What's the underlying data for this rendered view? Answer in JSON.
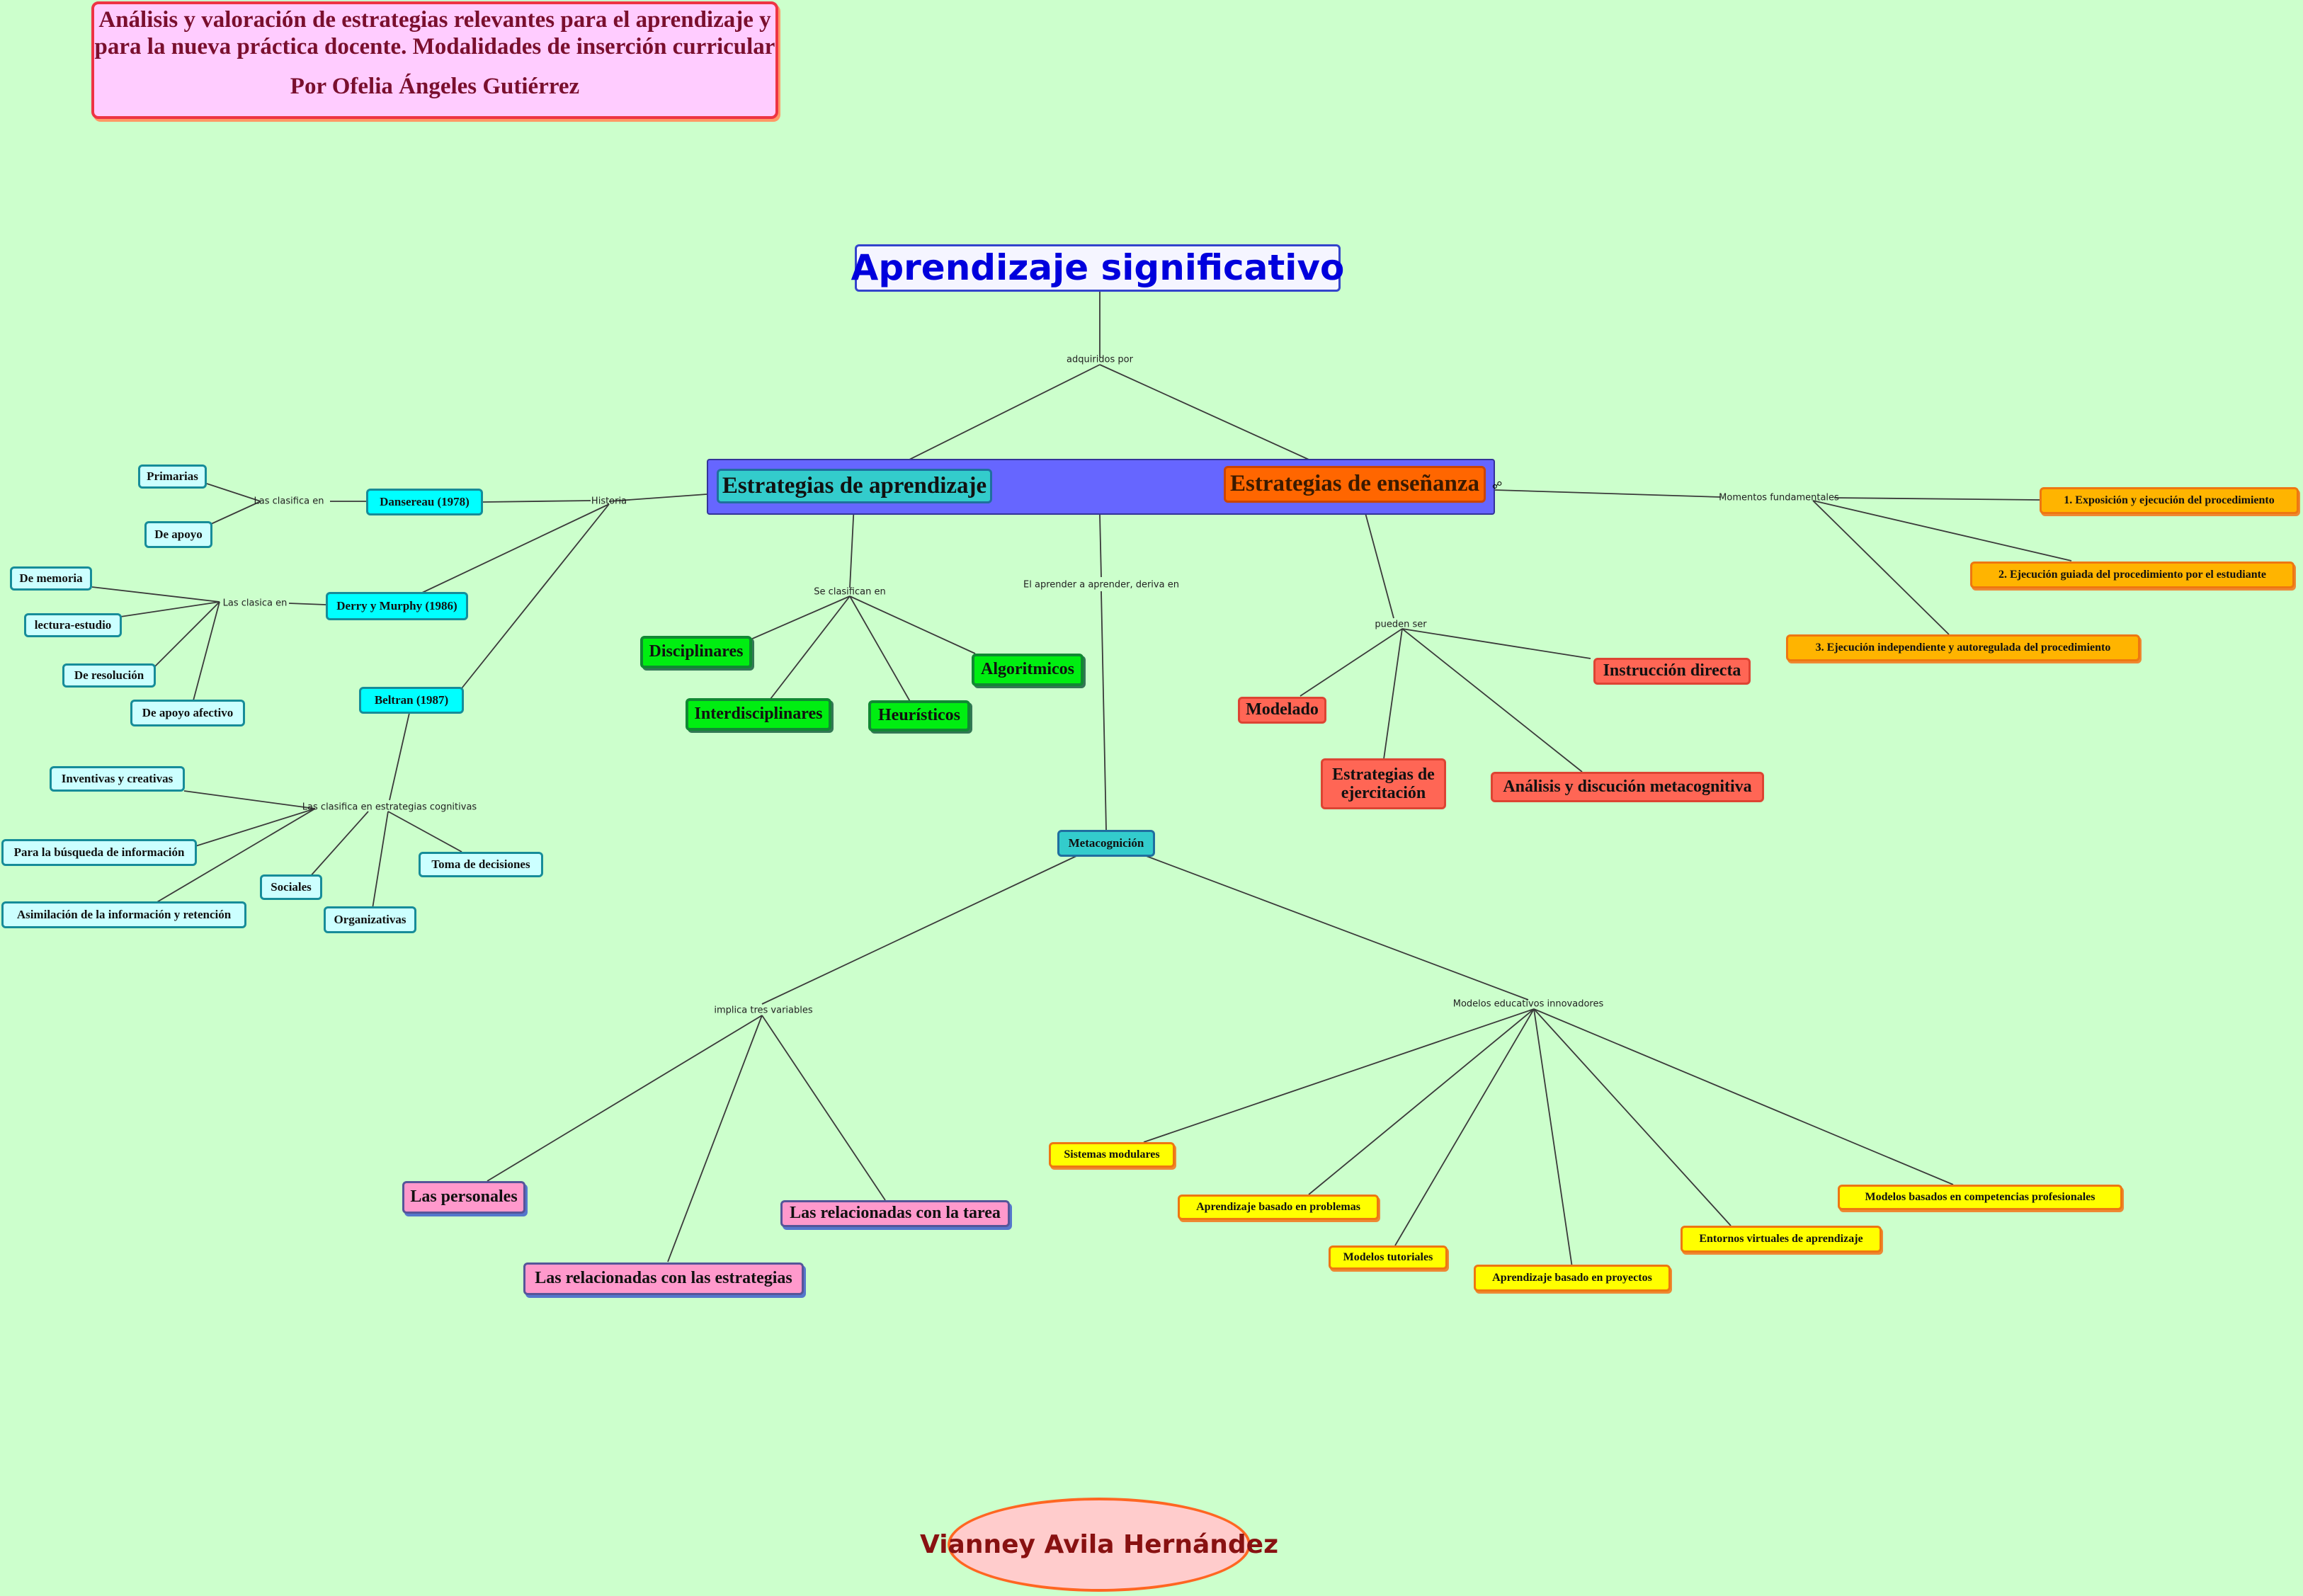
{
  "title": {
    "line1": "Análisis y valoración de estrategias relevantes para el aprendizaje y",
    "line2": "para la nueva práctica docente. Modalidades de inserción curricular",
    "line3": "Por Ofelia Ángeles Gutiérrez"
  },
  "main_concept": "Aprendizaje significativo",
  "links": {
    "adquiridos_por": "adquiridos por",
    "historia": "Historia",
    "las_clasifica_en": "Las clasifica en",
    "las_clasica_en": "Las clasica en",
    "las_clasifica_cognitivas": "Las clasifica en estrategias cognitivas",
    "se_clasifican_en": "Se clasifican en",
    "el_aprender": "El aprender a aprender, deriva en",
    "pueden_ser": "pueden ser",
    "momentos": "Momentos fundamentales",
    "implica": "implica tres variables",
    "modelos": "Modelos educativos innovadores"
  },
  "estrategias_aprendizaje": "Estrategias de aprendizaje",
  "estrategias_ensenanza": "Estrategias de enseñanza",
  "link_icon": "link-icon",
  "historia": {
    "dansereau": "Dansereau (1978)",
    "dansereau_items": [
      "Primarias",
      "De apoyo"
    ],
    "derry": "Derry y Murphy (1986)",
    "derry_items": [
      "De memoria",
      "lectura-estudio",
      "De resolución",
      "De apoyo afectivo"
    ],
    "beltran": "Beltran (1987)",
    "beltran_items": [
      "Inventivas y creativas",
      "Para la búsqueda de información",
      "Asimilación de la información y retención",
      "Sociales",
      "Organizativas",
      "Toma de decisiones"
    ]
  },
  "clasificacion": [
    "Disciplinares",
    "Interdisciplinares",
    "Heurísticos",
    "Algoritmicos"
  ],
  "ensenanza_tipos": {
    "modelado": "Modelado",
    "ejercitacion": "Estrategias de ejercitación",
    "instruccion": "Instrucción directa",
    "analisis": "Análisis y discución metacognitiva"
  },
  "momentos": [
    "1. Exposición y ejecución del procedimiento",
    "2. Ejecución guiada del procedimiento por el estudiante",
    "3. Ejecución independiente y autoregulada del procedimiento"
  ],
  "metacognicion": "Metacognición",
  "variables": [
    "Las personales",
    "Las relacionadas con las estrategias",
    "Las relacionadas con la tarea"
  ],
  "modelos": [
    "Sistemas modulares",
    "Aprendizaje basado en problemas",
    "Modelos tutoriales",
    "Aprendizaje basado en proyectos",
    "Entornos virtuales de aprendizaje",
    "Modelos basados en competencias profesionales"
  ],
  "author": "Vianney Avila Hernández",
  "colors": {
    "background": "#ccffcc",
    "main_text": "#0000dd",
    "title_text": "#7a0f2e"
  }
}
